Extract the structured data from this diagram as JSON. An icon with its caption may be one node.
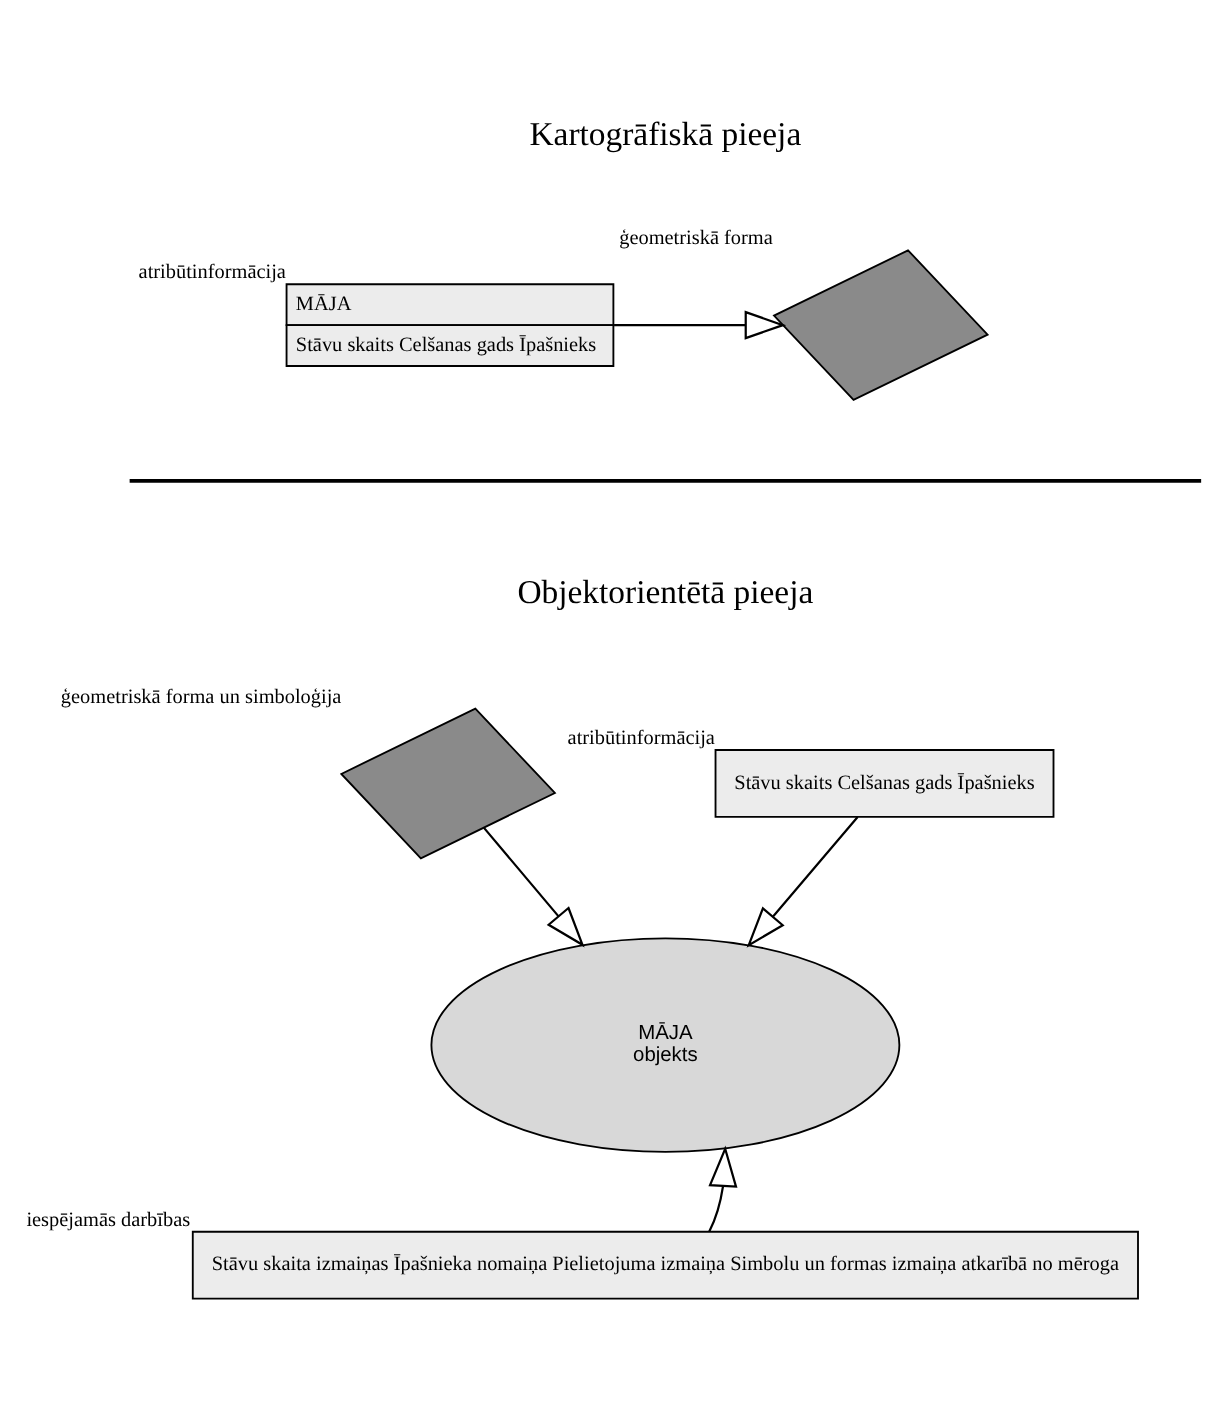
{
  "diagram": {
    "nodes": [
      {
        "text": [],
        "shape": "picture",
        "beside": [
          "ģeometriskā forma"
        ]
      },
      {
        "text": [
          "MĀJA",
          "Stāvu skaits Celšanas gads Īpašnieks"
        ],
        "beside": [
          "atribūtinformācija"
        ]
      },
      {
        "text": [],
        "shape": "picture",
        "beside": [
          "ģeometriskā forma un simboloģija"
        ]
      },
      {
        "text": [
          "Stāvu skaits Celšanas gads Īpašnieks"
        ],
        "beside": [
          "atribūtinformācija"
        ]
      },
      {
        "text": [
          "MĀJA",
          "objekts"
        ]
      },
      {
        "text": [
          "Stāvu skaita izmaiņas Īpašnieka nomaiņa Pielietojuma izmaiņa Simbolu un formas izmaiņa atkarībā no mēroga"
        ],
        "beside": [
          "iespējamās darbības"
        ]
      }
    ],
    "edges": [
      {
        "from": 1,
        "to": 0,
        "arrow": "to"
      },
      {
        "from": 2,
        "to": 4,
        "arrow": "to"
      },
      {
        "from": 3,
        "to": 4,
        "arrow": "to"
      },
      {
        "from": 5,
        "to": 4,
        "arrow": "to"
      }
    ],
    "labels": [
      "Kartogrāfiskā pieeja",
      "Objektorientētā pieeja"
    ]
  }
}
